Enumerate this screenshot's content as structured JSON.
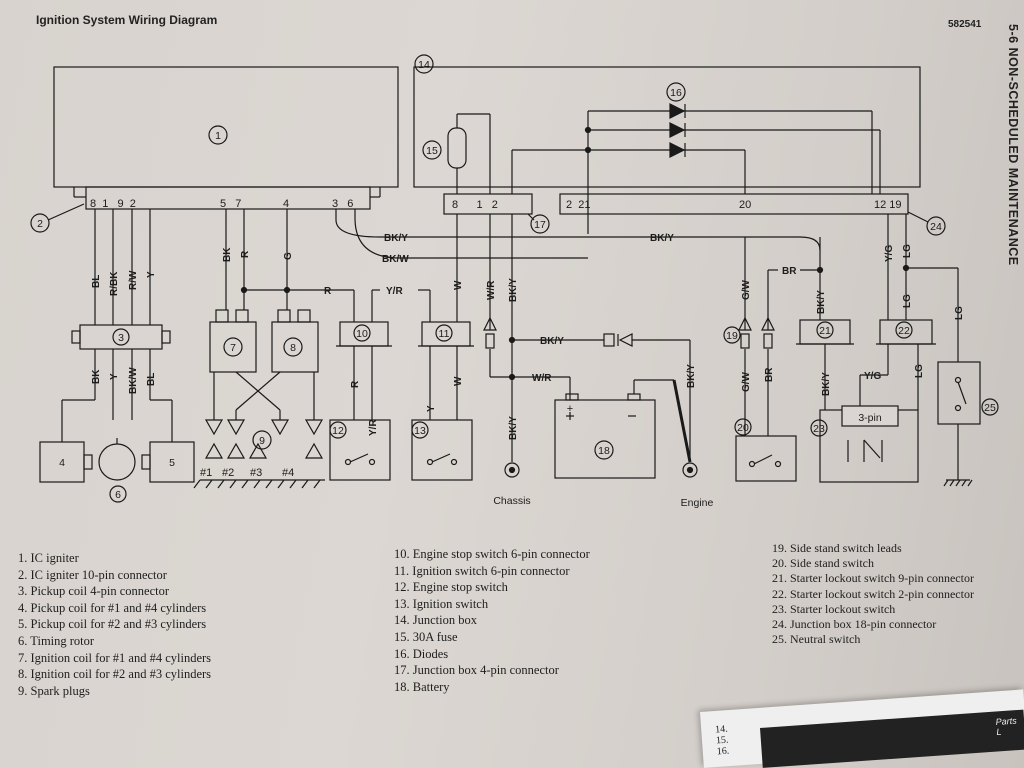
{
  "header": {
    "title": "Ignition System Wiring Diagram",
    "page_code": "582541",
    "section": "5-6 NON-SCHEDULED MAINTENANCE"
  },
  "boxes": {
    "igniter_num": "1",
    "junction_num": "14",
    "pickup_connector_num": "3",
    "pickup_coil_a_num": "4",
    "pickup_coil_b_num": "5",
    "timing_rotor_num": "6",
    "ign_coil_a_num": "7",
    "ign_coil_b_num": "8",
    "spark_plugs_num": "9",
    "stop_conn_num": "10",
    "ign_conn_num": "11",
    "stop_switch_num": "12",
    "ign_switch_num": "13",
    "fuse_num": "15",
    "diodes_num": "16",
    "jb4_num": "17",
    "battery_num": "18",
    "side_leads_num": "19",
    "side_switch_num": "20",
    "lockout9_num": "21",
    "lockout2_num": "22",
    "lockout_switch_num": "23",
    "jb18_num": "24",
    "neutral_num": "25",
    "igniter_conn_num": "2",
    "three_pin": "3-pin",
    "chassis": "Chassis",
    "engine": "Engine"
  },
  "pins": {
    "igniter_left": "8  1   9  2",
    "igniter_mid": "5   7",
    "igniter_4": "4",
    "igniter_right": "3   6",
    "jb_left": "8      1   2",
    "jb_mid": "2  21",
    "jb_20": "20",
    "jb_right": "12 19",
    "plugs": [
      "#1",
      "#2",
      "#3",
      "#4"
    ]
  },
  "wires": {
    "bl": "BL",
    "rbk": "R/BK",
    "rw": "R/W",
    "y": "Y",
    "bk": "BK",
    "r": "R",
    "g": "G",
    "bky": "BK/Y",
    "bkw": "BK/W",
    "yr": "Y/R",
    "w": "W",
    "wr": "W/R",
    "gw": "G/W",
    "br": "BR",
    "yg": "Y/G",
    "lg": "LG"
  },
  "legend": {
    "col1": [
      "1.  IC igniter",
      "2.  IC igniter 10-pin connector",
      "3.  Pickup coil 4-pin connector",
      "4.  Pickup coil for #1 and #4 cylinders",
      "5.  Pickup coil for #2 and #3 cylinders",
      "6.  Timing rotor",
      "7.  Ignition coil for #1 and #4 cylinders",
      "8.  Ignition coil for #2 and #3 cylinders",
      "9.  Spark plugs"
    ],
    "col2": [
      "10.  Engine stop switch 6-pin connector",
      "11.  Ignition switch 6-pin connector",
      "12.  Engine stop switch",
      "13.  Ignition switch",
      "14.  Junction box",
      "15.  30A fuse",
      "16.  Diodes",
      "17.  Junction box 4-pin connector",
      "18.  Battery"
    ],
    "col3": [
      "19.  Side stand switch leads",
      "20.  Side stand switch",
      "21.  Starter lockout switch 9-pin connector",
      "22.  Starter lockout switch 2-pin connector",
      "23.  Starter lockout switch",
      "24.  Junction box 18-pin connector",
      "25.  Neutral switch"
    ]
  },
  "corner": {
    "nums": [
      "14.",
      "15.",
      "16."
    ],
    "label": "Parts L"
  }
}
